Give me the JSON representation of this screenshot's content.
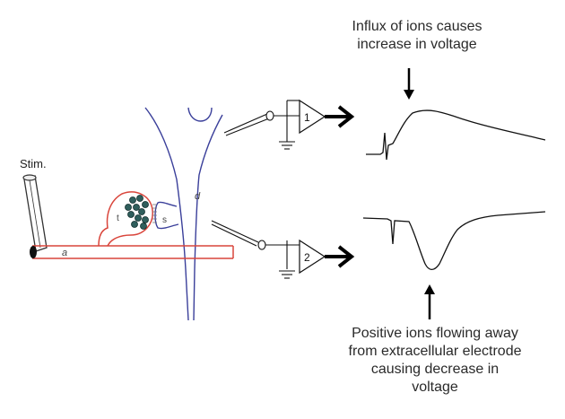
{
  "labels": {
    "stim": "Stim.",
    "axon": "a",
    "terminal": "t",
    "spine": "s",
    "dendrite": "d",
    "amp1": "1",
    "amp2": "2"
  },
  "captions": {
    "top": [
      "Influx of ions causes",
      "increase in voltage"
    ],
    "bottom": [
      "Positive ions flowing away",
      "from extracellular electrode",
      "causing decrease in",
      "voltage"
    ]
  },
  "colors": {
    "axon": "#d9453b",
    "dendrite": "#3a3f9a",
    "vesicle": "#2f5e5c",
    "ink": "#111111"
  }
}
